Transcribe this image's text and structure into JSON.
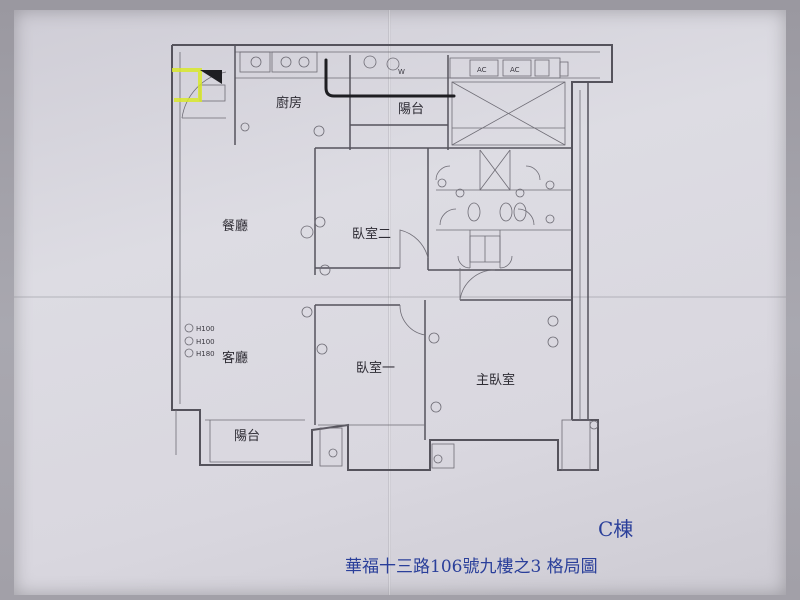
{
  "plan": {
    "rooms": {
      "kitchen": "廚房",
      "balcony_top": "陽台",
      "dining": "餐廳",
      "bedroom2": "臥室二",
      "living": "客廳",
      "bedroom1": "臥室一",
      "master": "主臥室",
      "balcony_bottom": "陽台"
    },
    "fixtures": {
      "ac1": "AC",
      "ac2": "AC",
      "washer": "W",
      "h100a": "H100",
      "h100b": "H100",
      "h180": "H180"
    }
  },
  "handwriting": {
    "building": "C棟",
    "caption": "華福十三路106號九樓之3 格局圖"
  },
  "colors": {
    "ink": "#55535c",
    "pen": "#2a3f9a",
    "highlight": "#d8e82a",
    "pipe": "#1e1e22"
  }
}
